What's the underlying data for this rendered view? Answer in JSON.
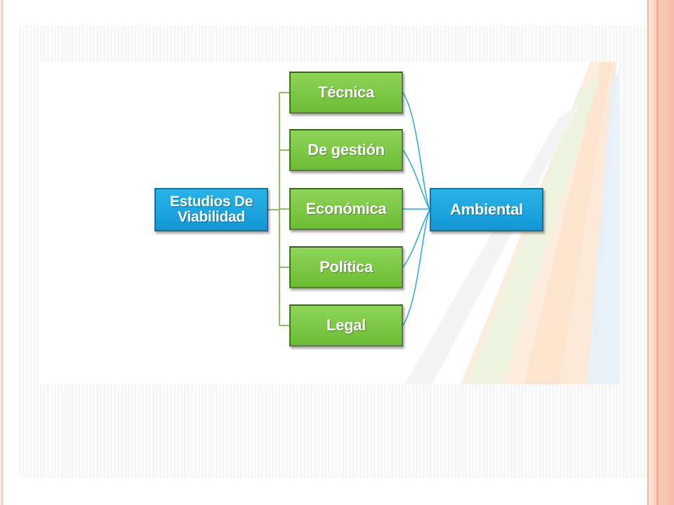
{
  "diagram": {
    "root": {
      "label": "Estudios De Viabilidad"
    },
    "nodes": [
      {
        "label": "Técnica"
      },
      {
        "label": "De gestión"
      },
      {
        "label": "Económica"
      },
      {
        "label": "Política"
      },
      {
        "label": "Legal"
      }
    ],
    "target": {
      "label": "Ambiental"
    },
    "colors": {
      "root": "#1fa6e0",
      "target": "#1fa6e0",
      "nodes": "#7cc846",
      "connector_root_nodes": "#8cc063",
      "connector_nodes_target": "#29a8e0"
    }
  }
}
